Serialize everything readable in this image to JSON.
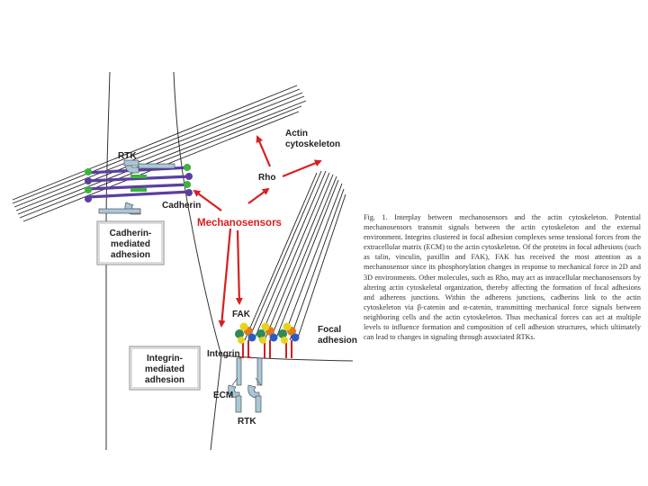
{
  "figure": {
    "labels": {
      "actin_cytoskeleton": [
        "Actin",
        "cytoskeleton"
      ],
      "rho": "Rho",
      "rtk_top": "RTK",
      "cadherin": "Cadherin",
      "mechanosensors": "Mechanosensors",
      "cadherin_mediated_adhesion": [
        "Cadherin-",
        "mediated",
        "adhesion"
      ],
      "fak": "FAK",
      "focal_adhesion": [
        "Focal",
        "adhesion"
      ],
      "integrin": "Integrin",
      "integrin_mediated_adhesion": [
        "Integrin-",
        "mediated",
        "adhesion"
      ],
      "ecm": "ECM",
      "rtk_bottom": "RTK"
    },
    "colors": {
      "arrow_red": "#d62020",
      "cadherin_purple": "#5a3fa0",
      "cadherin_green": "#3cb43c",
      "receptor_blue": "#a9c7d9",
      "integrin_red": "#cc2222",
      "fa_green": "#2e8b57",
      "fa_orange": "#e07b1a",
      "fa_yellow": "#e8d21e",
      "fa_blue": "#2a5cc8"
    }
  },
  "caption": "Fig. 1. Interplay between mechanosensors and the actin cytoskeleton. Potential mechanosensors transmit signals between the actin cytoskeleton and the external environment. Integrins clustered in focal adhesion complexes sense tensional forces from the extracellular matrix (ECM) to the actin cytoskeleton. Of the proteins in focal adhesions (such as talin, vinculin, paxillin and FAK), FAK has received the most attention as a mechanosensor since its phosphorylation changes in response to mechanical force in 2D and 3D environments. Other molecules, such as Rho, may act as intracellular mechanosensors by altering actin cytoskeletal organization, thereby affecting the formation of focal adhesions and adherens junctions. Within the adherens junctions, cadherins link to the actin cytoskeleton via β-catenin and α-catenin, transmitting mechanical force signals between neighboring cells and the actin cytoskeleton. Thus mechanical forces can act at multiple levels to influence formation and composition of cell adhesion structures, which ultimately can lead to changes in signaling through associated RTKs."
}
